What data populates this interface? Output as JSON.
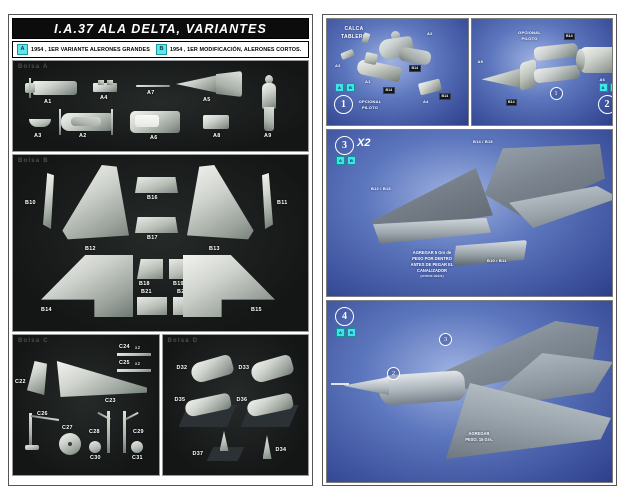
{
  "sheet_left": {
    "title": "I.A.37 ALA DELTA, VARIANTES",
    "legend": [
      {
        "badge": "A",
        "text": "1954 , 1ER VARIANTE ALERONES GRANDES"
      },
      {
        "badge": "B",
        "text": "1954 , 1ER MODIFICACIÓN, ALERONES CORTOS."
      }
    ],
    "panels": [
      {
        "label": "Bolsa A",
        "parts": [
          "A1",
          "A4",
          "A7",
          "A5",
          "A3",
          "A2",
          "A6",
          "A8",
          "A9"
        ]
      },
      {
        "label": "Bolsa B",
        "parts": [
          "B10",
          "B12",
          "B16",
          "B17",
          "B13",
          "B11",
          "B14",
          "B18",
          "B19",
          "B21",
          "B20",
          "B15"
        ]
      },
      {
        "label": "Bolsa C",
        "parts": [
          "C22",
          "C24",
          "C25",
          "C23",
          "C26",
          "C27",
          "C28",
          "C29",
          "C30",
          "C31"
        ],
        "qty_marks": [
          "x2",
          "x2"
        ]
      },
      {
        "label": "Bolsa D",
        "parts": [
          "D32",
          "D33",
          "D35",
          "D36",
          "D37",
          "D34"
        ]
      }
    ]
  },
  "sheet_right": {
    "steps": [
      {
        "number": "1",
        "chips": [
          "A",
          "B"
        ],
        "notes": [
          "CALCA TABLERO",
          "OPCIONAL PILOTO"
        ],
        "part_labels": [
          "A3",
          "A1",
          "A2",
          "A4"
        ],
        "tags": [
          "B14",
          "B14",
          "B14"
        ]
      },
      {
        "number": "2",
        "chips": [
          "A",
          "B"
        ],
        "notes": [
          "OPCIONAL PILOTO"
        ],
        "part_labels": [
          "A5",
          "A6"
        ],
        "tags": [
          "B14",
          "B14"
        ],
        "callouts": [
          "1"
        ]
      },
      {
        "number": "3",
        "chips": [
          "A",
          "B"
        ],
        "multiplier": "X2",
        "part_labels": [
          "B14 / B15",
          "B12 / B13",
          "B10 / B11"
        ],
        "note_lines": [
          "AGREGAR  5 Grs de",
          "PESO POR DENTRO",
          "ANTES DE PEGAR EL",
          "CANALIZADOR"
        ],
        "note_sub": "(ambos lados)"
      },
      {
        "number": "4",
        "chips": [
          "A",
          "B"
        ],
        "callouts": [
          "3",
          "2"
        ],
        "note_lines": [
          "AGREGAR",
          "PESO. 15 Grs."
        ]
      }
    ]
  },
  "colors": {
    "accent_cyan": "#3fe3ec",
    "panel_dark": "#1b1d1d",
    "step_blue": "#2d3f8c",
    "title_black": "#0c0c0c",
    "paper_white": "#ffffff"
  }
}
